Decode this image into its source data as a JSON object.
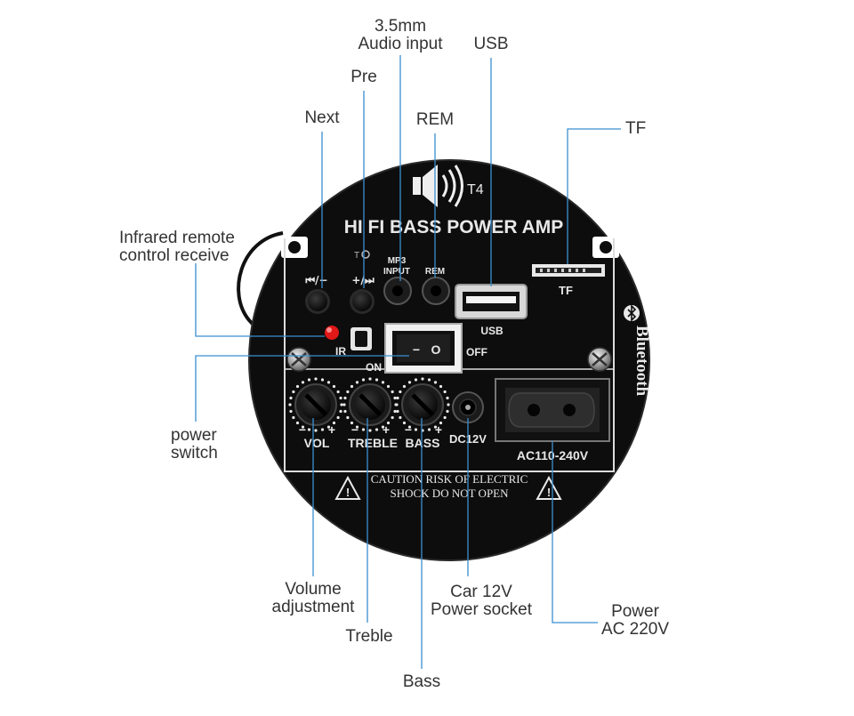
{
  "colors": {
    "background": "#ffffff",
    "leader_line": "#3a8fd0",
    "callout_text": "#333333",
    "panel": "#0d0d0d",
    "panel_edge": "#2a2a2a",
    "print": "#e8e8e8",
    "led_red": "#e01818",
    "switch_body": "#f2f2f2"
  },
  "callouts": {
    "audio_input": [
      "3.5mm",
      "Audio input"
    ],
    "usb": [
      "USB"
    ],
    "pre": [
      "Pre"
    ],
    "next": [
      "Next"
    ],
    "rem": [
      "REM"
    ],
    "tf": [
      "TF"
    ],
    "infrared": [
      "Infrared remote",
      "control receive"
    ],
    "power_switch": [
      "power",
      "switch"
    ],
    "volume": [
      "Volume",
      "adjustment"
    ],
    "treble": [
      "Treble"
    ],
    "bass": [
      "Bass"
    ],
    "car_power": [
      "Car 12V",
      "Power socket"
    ],
    "power_ac": [
      "Power",
      "AC 220V"
    ]
  },
  "panel_print": {
    "model": "T4",
    "title": "HI FI BASS POWER AMP",
    "btn_prev": "⏮/−",
    "btn_next": "+/⏭",
    "mp3_input": [
      "MP3",
      "INPUT"
    ],
    "rem": "REM",
    "usb": "USB",
    "tf": "TF",
    "ir": "IR",
    "switch_on": "ON",
    "switch_off": "OFF",
    "switch_symbols": [
      "−",
      "O"
    ],
    "vol": "VOL",
    "treble": "TREBLE",
    "bass": "BASS",
    "dc12v": "DC12V",
    "ac_range": "AC110-240V",
    "bluetooth": "Bluetooth",
    "caution": [
      "CAUTION RISK OF ELECTRIC",
      "SHOCK DO NOT OPEN"
    ],
    "minus": "−",
    "plus": "+"
  }
}
